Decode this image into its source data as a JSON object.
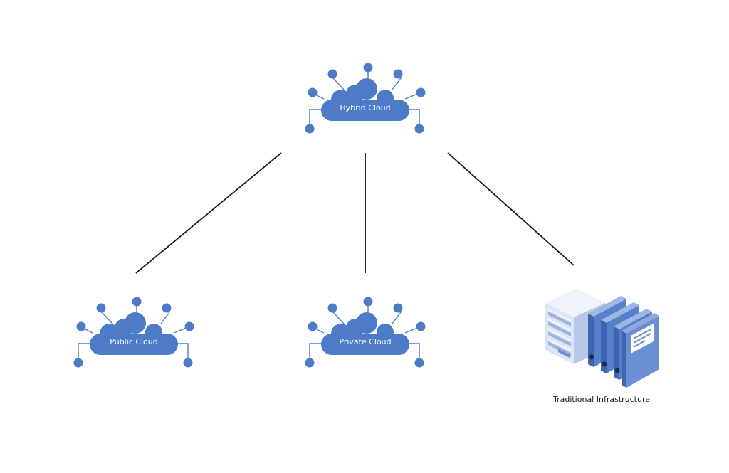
{
  "diagram": {
    "nodes": {
      "hybrid": {
        "label": "Hybrid Cloud"
      },
      "public": {
        "label": "Public Cloud"
      },
      "private": {
        "label": "Private Cloud"
      },
      "traditional": {
        "label": "Traditional Infrastructure"
      }
    },
    "edges": [
      {
        "from": "hybrid",
        "to": "public"
      },
      {
        "from": "hybrid",
        "to": "private"
      },
      {
        "from": "hybrid",
        "to": "traditional"
      }
    ]
  },
  "colors": {
    "cloud": "#4e7bc8",
    "connector": "#1a1a1a",
    "server_light": "#dbe5f4",
    "server_mid": "#b8c9e6",
    "binder_front": "#5580cc",
    "binder_side": "#3e66b0",
    "binder_top": "#8fa9dc"
  },
  "icons": {
    "hybrid": "network-cloud-icon",
    "public": "network-cloud-icon",
    "private": "network-cloud-icon",
    "traditional": "server-binders-icon"
  }
}
